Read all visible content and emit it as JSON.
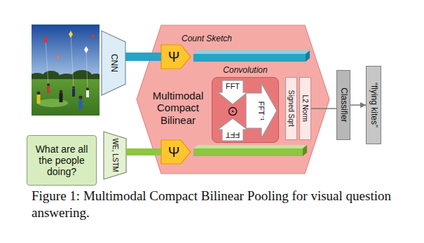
{
  "diagram": {
    "caption": "Figure 1: Multimodal Compact Bilinear Pooling for visual question answering.",
    "nodes": [
      {
        "text": [
          "CNN"
        ]
      },
      {
        "text": [
          "Multimodal Compact Bilinear"
        ]
      },
      {
        "text": [
          "Ψ"
        ],
        "in": 1
      },
      {
        "text": [
          "Convolution"
        ],
        "in": 1
      },
      {
        "text": [
          "FFT"
        ],
        "in": 3
      },
      {
        "text": [
          "FFT⁻¹"
        ],
        "in": 3
      },
      {
        "text": [
          "FFT"
        ],
        "in": 3
      },
      {
        "text": [
          "Signed Sqrt"
        ],
        "in": 1
      },
      {
        "text": [
          "L2 Norm"
        ],
        "in": 1
      },
      {
        "text": [
          "Ψ"
        ],
        "in": 1
      },
      {
        "text": [
          "Classifier"
        ]
      },
      {
        "text": [
          "“flying kites”"
        ]
      },
      {
        "text": [
          "What are all the people doing?"
        ]
      },
      {
        "text": [
          "WE, LSTM"
        ]
      }
    ],
    "edges": [
      {
        "from": 0,
        "to": 2,
        "arrow": "none"
      },
      {
        "from": 13,
        "to": 9,
        "arrow": "none"
      },
      {
        "from": 8,
        "to": 10,
        "arrow": "none"
      },
      {
        "from": 10,
        "to": 11,
        "arrow": "to"
      }
    ],
    "labels": [
      "Count Sketch",
      "⊙"
    ]
  }
}
